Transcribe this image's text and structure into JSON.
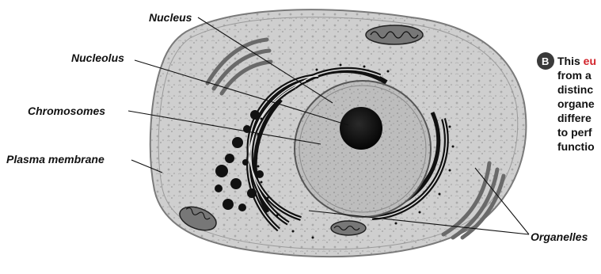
{
  "labels": {
    "nucleus": "Nucleus",
    "nucleolus": "Nucleolus",
    "chromosomes": "Chromosomes",
    "plasma_membrane": "Plasma membrane",
    "organelles": "Organelles"
  },
  "caption": {
    "badge": "B",
    "line1_prefix": "This ",
    "line1_accent": "eu",
    "line2": "from a",
    "line3": "distinc",
    "line4": "organe",
    "line5": "differe",
    "line6": "to perf",
    "line7": "functio"
  },
  "colors": {
    "accent": "#d2232a",
    "badge": "#3a3a3a"
  }
}
